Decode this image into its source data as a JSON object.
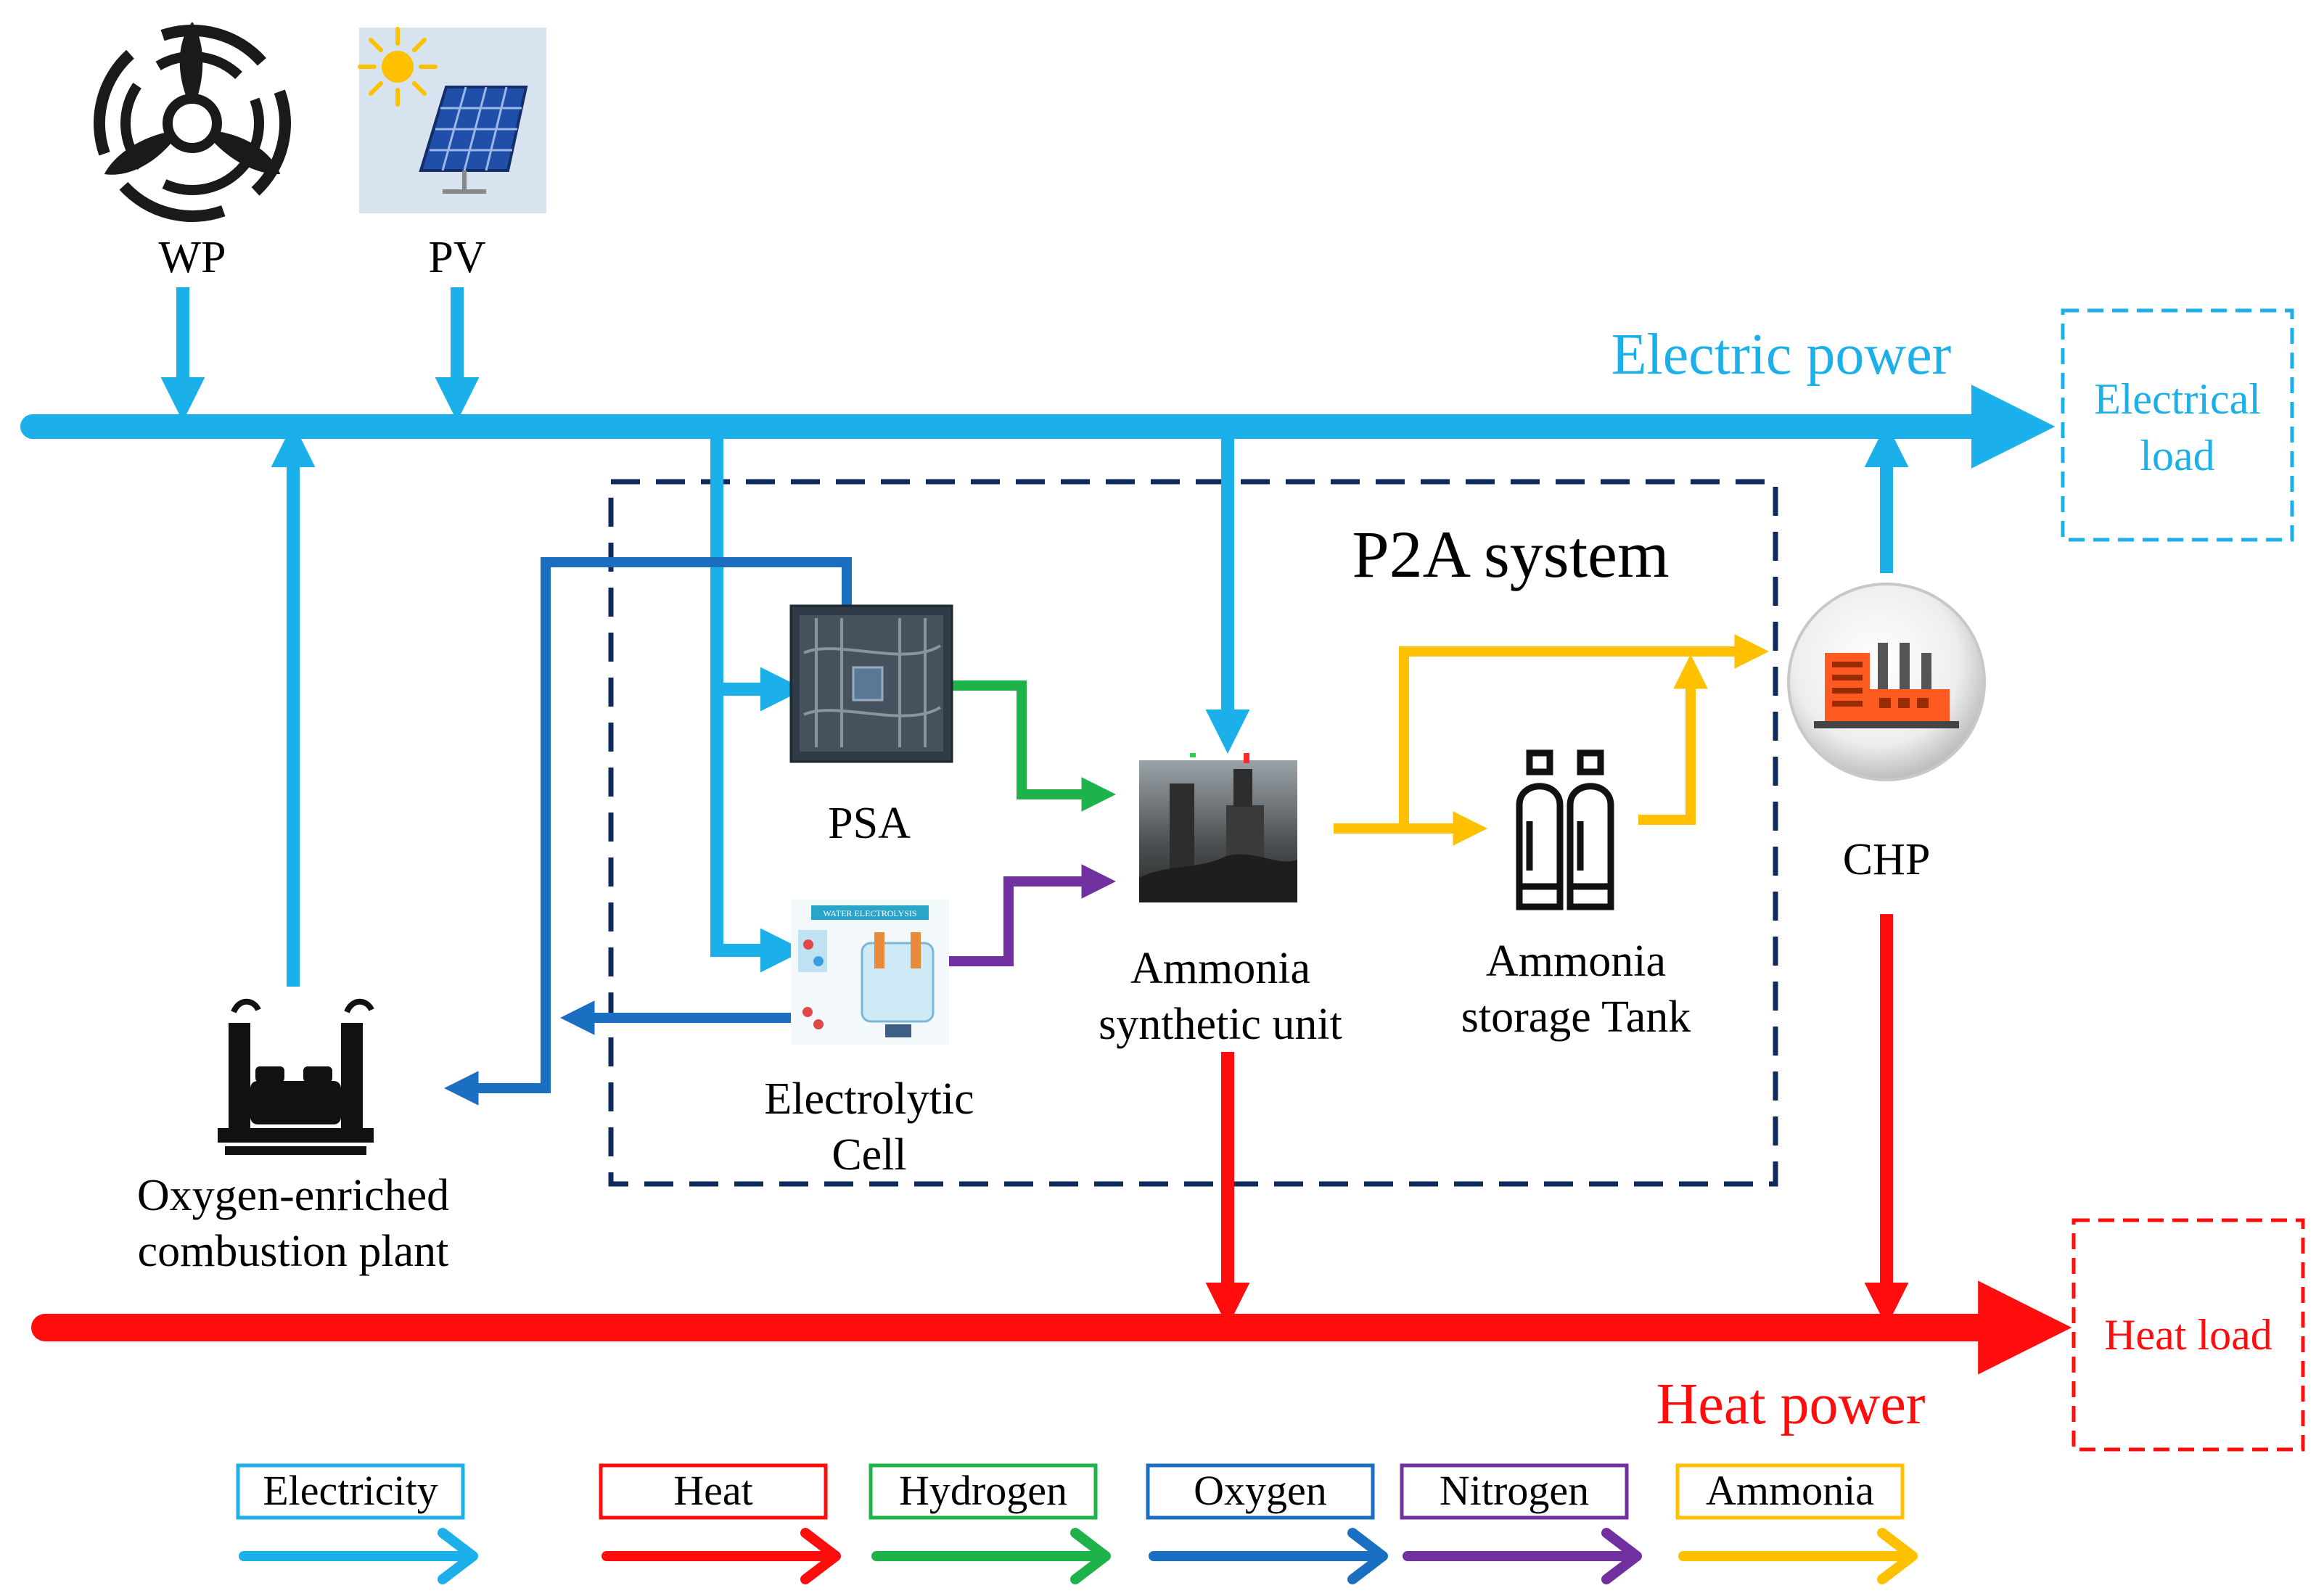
{
  "sources": {
    "wind": {
      "label": "WP",
      "icon": "wind-turbine-icon"
    },
    "solar": {
      "label": "PV",
      "icon": "solar-panel-icon"
    }
  },
  "buses": {
    "electric": {
      "label": "Electric power",
      "color": "#1cb0ea"
    },
    "heat": {
      "label": "Heat power",
      "color": "#ff0d0d"
    }
  },
  "loads": {
    "electrical": {
      "line1": "Electrical",
      "line2": "load"
    },
    "heat": {
      "label": "Heat load"
    }
  },
  "system": {
    "label": "P2A system"
  },
  "components": {
    "psa": {
      "label": "PSA"
    },
    "electrolytic": {
      "line1": "Electrolytic",
      "line2": "Cell",
      "poster_title": "WATER ELECTROLYSIS"
    },
    "ammonia_unit": {
      "line1": "Ammonia",
      "line2": "synthetic unit"
    },
    "storage_tank": {
      "line1": "Ammonia",
      "line2": "storage Tank"
    },
    "chp": {
      "label": "CHP",
      "icon": "chp-factory-icon"
    },
    "combustion": {
      "line1": "Oxygen-enriched",
      "line2": "combustion plant",
      "icon": "combustion-plant-icon"
    }
  },
  "legend": [
    {
      "label": "Electricity",
      "color": "#1cb0ea"
    },
    {
      "label": "Heat",
      "color": "#ff0d0d"
    },
    {
      "label": "Hydrogen",
      "color": "#1db34a"
    },
    {
      "label": "Oxygen",
      "color": "#1a6fc0"
    },
    {
      "label": "Nitrogen",
      "color": "#7030a0"
    },
    {
      "label": "Ammonia",
      "color": "#ffc000"
    }
  ],
  "colors": {
    "electricity": "#1cb0ea",
    "heat": "#ff0d0d",
    "hydrogen": "#1db34a",
    "oxygen": "#1a6fc0",
    "nitrogen": "#7030a0",
    "ammonia": "#ffc000",
    "system_border": "#0f2a5c"
  }
}
